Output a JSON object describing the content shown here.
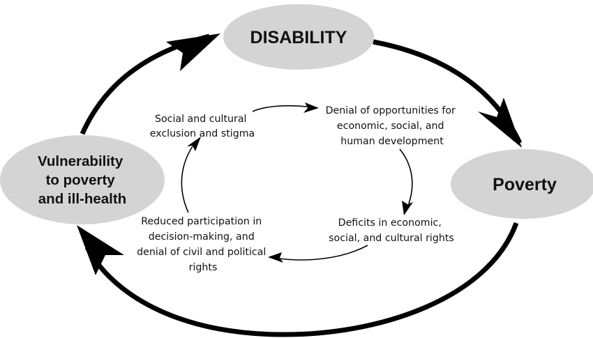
{
  "colors": {
    "node_fill": "#d4d4d4",
    "stroke": "#000000",
    "text": "#111111",
    "background": "#ffffff"
  },
  "nodes": {
    "disability": {
      "lines": [
        "DISABILITY"
      ]
    },
    "poverty": {
      "lines": [
        "Poverty"
      ]
    },
    "vulnerability": {
      "lines": [
        "Vulnerability",
        "to poverty",
        "and ill-health"
      ]
    }
  },
  "inner_cycle": {
    "exclusion": {
      "lines": [
        "Social and cultural",
        "exclusion and stigma"
      ]
    },
    "denial_opportunities": {
      "lines": [
        "Denial of opportunities for",
        "economic, social, and",
        "human development"
      ]
    },
    "deficits": {
      "lines": [
        "Deficits in economic,",
        "social, and cultural rights"
      ]
    },
    "reduced_participation": {
      "lines": [
        "Reduced participation in",
        "decision-making, and",
        "denial of civil and political",
        "rights"
      ]
    }
  }
}
